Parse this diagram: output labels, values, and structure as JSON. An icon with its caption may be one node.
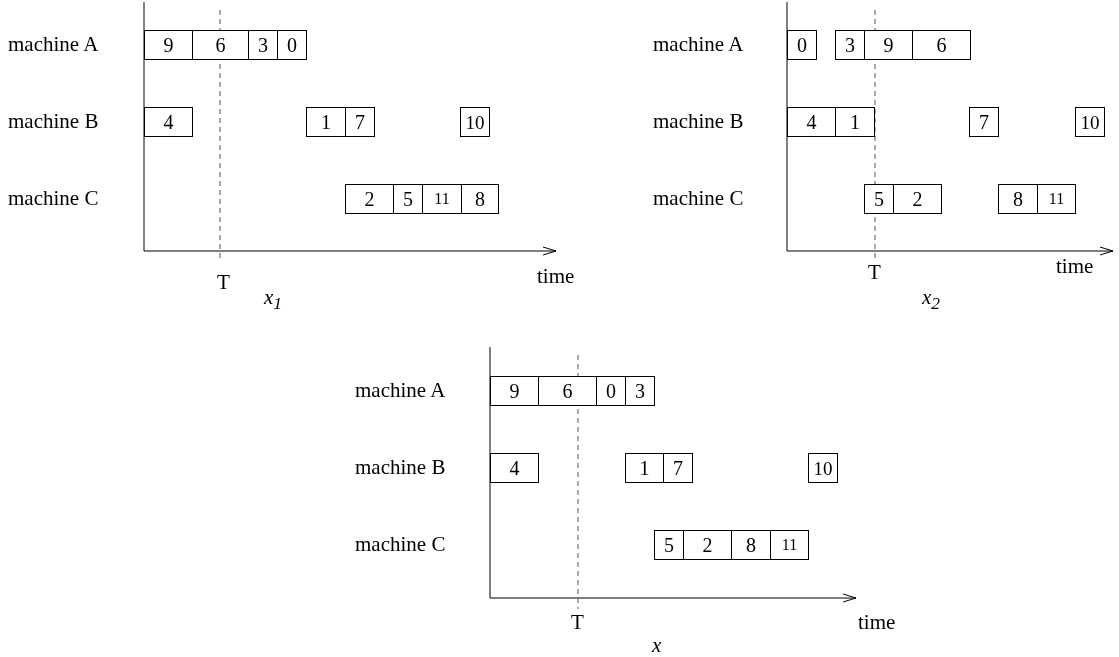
{
  "diagram": {
    "nodes": [
      {
        "text": [
          "9"
        ]
      },
      {
        "text": [
          "6"
        ]
      },
      {
        "text": [
          "3"
        ]
      },
      {
        "text": [
          "0"
        ]
      },
      {
        "text": [
          "4"
        ]
      },
      {
        "text": [
          "1"
        ]
      },
      {
        "text": [
          "7"
        ]
      },
      {
        "text": [
          "10"
        ]
      },
      {
        "text": [
          "2"
        ]
      },
      {
        "text": [
          "5"
        ]
      },
      {
        "text": [
          "11"
        ]
      },
      {
        "text": [
          "8"
        ]
      },
      {
        "text": [
          "0"
        ]
      },
      {
        "text": [
          "3"
        ]
      },
      {
        "text": [
          "9"
        ]
      },
      {
        "text": [
          "6"
        ]
      },
      {
        "text": [
          "4"
        ]
      },
      {
        "text": [
          "1"
        ]
      },
      {
        "text": [
          "7"
        ]
      },
      {
        "text": [
          "10"
        ]
      },
      {
        "text": [
          "5"
        ]
      },
      {
        "text": [
          "2"
        ]
      },
      {
        "text": [
          "8"
        ]
      },
      {
        "text": [
          "11"
        ]
      },
      {
        "text": [
          "9"
        ]
      },
      {
        "text": [
          "6"
        ]
      },
      {
        "text": [
          "0"
        ]
      },
      {
        "text": [
          "3"
        ]
      },
      {
        "text": [
          "4"
        ]
      },
      {
        "text": [
          "1"
        ]
      },
      {
        "text": [
          "7"
        ]
      },
      {
        "text": [
          "10"
        ]
      },
      {
        "text": [
          "5"
        ]
      },
      {
        "text": [
          "2"
        ]
      },
      {
        "text": [
          "8"
        ]
      },
      {
        "text": [
          "11"
        ]
      }
    ],
    "labels": [
      "machine A",
      "machine B",
      "machine C",
      "time",
      "T",
      "x$_{1}$",
      "machine A",
      "machine B",
      "machine C",
      "time",
      "T",
      "x$_{2}$",
      "machine A",
      "machine B",
      "machine C",
      "time",
      "T",
      "x"
    ]
  }
}
